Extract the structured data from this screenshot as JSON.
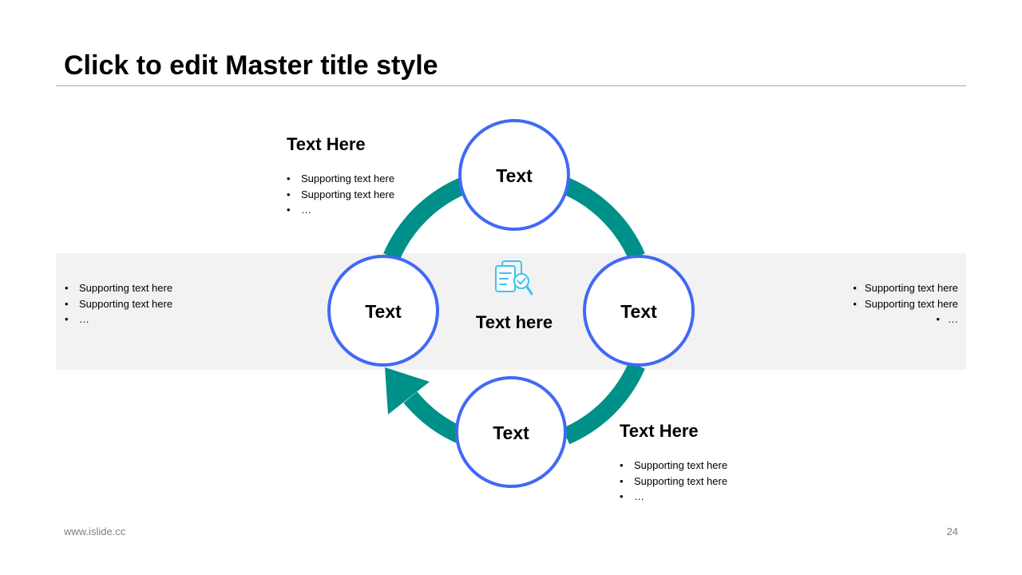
{
  "slide": {
    "title": "Click to edit Master title style",
    "footer_url": "www.islide.cc",
    "page_number": "24"
  },
  "diagram": {
    "center_label": "Text here",
    "center_icon": "document-search-check-icon",
    "nodes": [
      {
        "label": "Text"
      },
      {
        "label": "Text"
      },
      {
        "label": "Text"
      },
      {
        "label": "Text"
      }
    ],
    "colors": {
      "ring": "#00908a",
      "circle_stroke": "#4169f5",
      "icon": "#3cc3f0",
      "band": "#f2f2f2"
    }
  },
  "blocks": {
    "top_left": {
      "heading": "Text Here",
      "bullets": [
        "Supporting text here",
        "Supporting text here",
        "…"
      ]
    },
    "band_left": {
      "bullets": [
        "Supporting text here",
        "Supporting text here",
        "…"
      ]
    },
    "band_right": {
      "bullets": [
        "Supporting text here",
        "Supporting text here",
        "…"
      ]
    },
    "bottom_right": {
      "heading": "Text Here",
      "bullets": [
        "Supporting text here",
        "Supporting text here",
        "…"
      ]
    }
  }
}
